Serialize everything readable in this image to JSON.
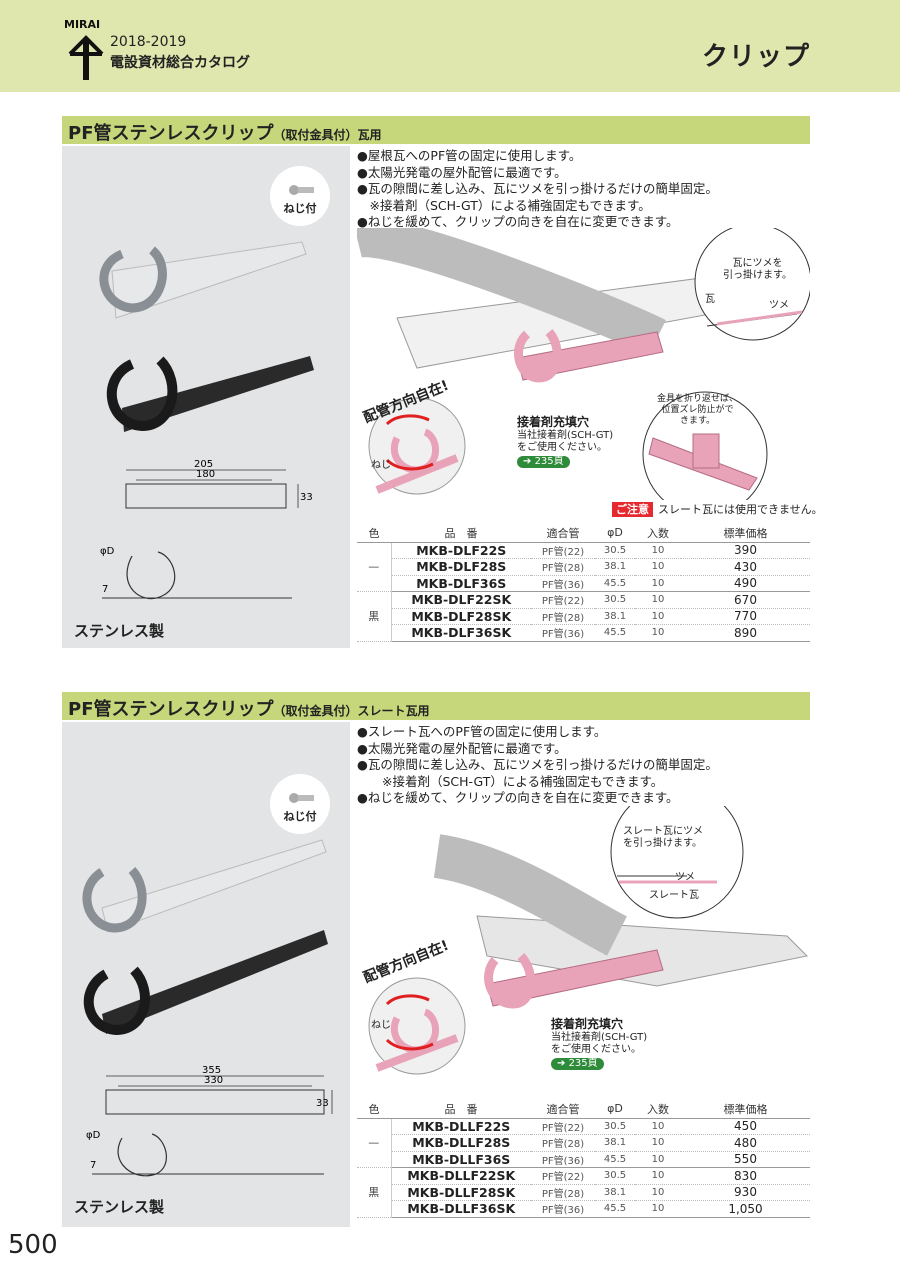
{
  "header": {
    "logo_text": "MIRAI",
    "year": "2018-2019",
    "catalog": "電設資材総合カタログ",
    "page_category": "クリップ"
  },
  "sections": [
    {
      "title": "PF管ステンレスクリップ",
      "title_sub": "（取付金具付）瓦用",
      "screw_label": "ねじ付",
      "material": "ステンレス製",
      "bullets": [
        "●屋根瓦へのPF管の固定に使用します。",
        "●太陽光発電の屋外配管に最適です。",
        "●瓦の隙間に差し込み、瓦にツメを引っ掛けるだけの簡単固定。",
        "　※接着剤（SCH-GT）による補強固定もできます。",
        "●ねじを緩めて、クリップの向きを自在に変更できます。"
      ],
      "dims": {
        "d1": "205",
        "d2": "180",
        "h": "33",
        "t": "7",
        "phi": "φD"
      },
      "diagram": {
        "direction": "配管方向自在!",
        "screw": "ねじ",
        "adhesive_title": "接着剤充填穴",
        "adhesive_l1": "当社接着剤(SCH-GT)",
        "adhesive_l2": "をご使用ください。",
        "ref": "235頁",
        "hook_l1": "瓦にツメを",
        "hook_l2": "引っ掛けます。",
        "kawara": "瓦",
        "tsume": "ツメ",
        "fold_l1": "金具を折り返せば、",
        "fold_l2": "位置ズレ防止がで",
        "fold_l3": "きます。"
      },
      "note_tag": "ご注意",
      "note_text": "スレート瓦には使用できません。",
      "table": {
        "headers": [
          "色",
          "品　番",
          "適合管",
          "φD",
          "入数",
          "標準価格"
        ],
        "groups": [
          {
            "color": "—",
            "rows": [
              [
                "MKB-DLF22S",
                "PF管(22)",
                "30.5",
                "10",
                "390"
              ],
              [
                "MKB-DLF28S",
                "PF管(28)",
                "38.1",
                "10",
                "430"
              ],
              [
                "MKB-DLF36S",
                "PF管(36)",
                "45.5",
                "10",
                "490"
              ]
            ]
          },
          {
            "color": "黒",
            "rows": [
              [
                "MKB-DLF22SK",
                "PF管(22)",
                "30.5",
                "10",
                "670"
              ],
              [
                "MKB-DLF28SK",
                "PF管(28)",
                "38.1",
                "10",
                "770"
              ],
              [
                "MKB-DLF36SK",
                "PF管(36)",
                "45.5",
                "10",
                "890"
              ]
            ]
          }
        ]
      }
    },
    {
      "title": "PF管ステンレスクリップ",
      "title_sub": "（取付金具付）スレート瓦用",
      "screw_label": "ねじ付",
      "material": "ステンレス製",
      "bullets": [
        "●スレート瓦へのPF管の固定に使用します。",
        "●太陽光発電の屋外配管に最適です。",
        "●瓦の隙間に差し込み、瓦にツメを引っ掛けるだけの簡単固定。",
        "　　※接着剤（SCH-GT）による補強固定もできます。",
        "●ねじを緩めて、クリップの向きを自在に変更できます。"
      ],
      "dims": {
        "d1": "355",
        "d2": "330",
        "h": "33",
        "t": "7",
        "phi": "φD"
      },
      "diagram": {
        "direction": "配管方向自在!",
        "screw": "ねじ",
        "adhesive_title": "接着剤充填穴",
        "adhesive_l1": "当社接着剤(SCH-GT)",
        "adhesive_l2": "をご使用ください。",
        "ref": "235頁",
        "hook_l1": "スレート瓦にツメ",
        "hook_l2": "を引っ掛けます。",
        "tsume": "ツメ",
        "slate": "スレート瓦"
      },
      "table": {
        "headers": [
          "色",
          "品　番",
          "適合管",
          "φD",
          "入数",
          "標準価格"
        ],
        "groups": [
          {
            "color": "—",
            "rows": [
              [
                "MKB-DLLF22S",
                "PF管(22)",
                "30.5",
                "10",
                "450"
              ],
              [
                "MKB-DLLF28S",
                "PF管(28)",
                "38.1",
                "10",
                "480"
              ],
              [
                "MKB-DLLF36S",
                "PF管(36)",
                "45.5",
                "10",
                "550"
              ]
            ]
          },
          {
            "color": "黒",
            "rows": [
              [
                "MKB-DLLF22SK",
                "PF管(22)",
                "30.5",
                "10",
                "830"
              ],
              [
                "MKB-DLLF28SK",
                "PF管(28)",
                "38.1",
                "10",
                "930"
              ],
              [
                "MKB-DLLF36SK",
                "PF管(36)",
                "45.5",
                "10",
                "1,050"
              ]
            ]
          }
        ]
      }
    }
  ],
  "page_number": "500",
  "colors": {
    "header_bg": "#dfe7ae",
    "section_bar": "#c5d77a",
    "panel_bg": "#e3e4e5",
    "pink": "#e9a3b8",
    "note_red": "#e8282f",
    "ref_green": "#2e8b3a"
  }
}
